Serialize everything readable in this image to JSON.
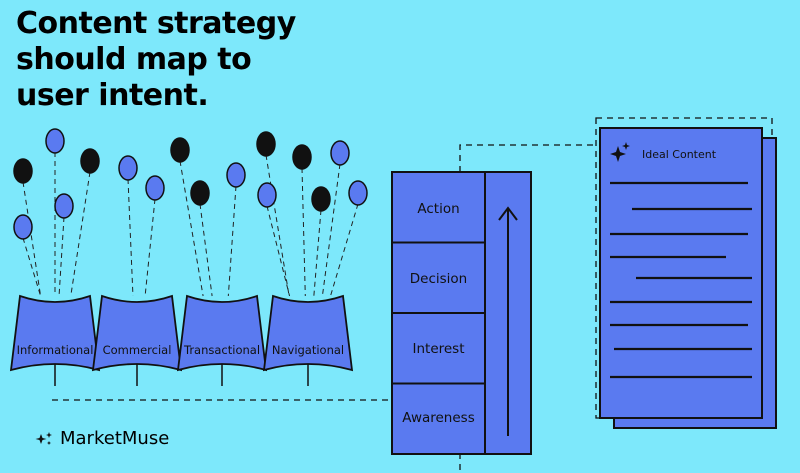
{
  "headline": {
    "lines": [
      "Content strategy",
      "should map to",
      "user intent."
    ]
  },
  "baskets": [
    {
      "label": "Informational"
    },
    {
      "label": "Commercial"
    },
    {
      "label": "Transactional"
    },
    {
      "label": "Navigational"
    }
  ],
  "funnel": {
    "stages": [
      "Action",
      "Decision",
      "Interest",
      "Awareness"
    ]
  },
  "document": {
    "title": "Ideal Content"
  },
  "brand": {
    "name": "MarketMuse"
  },
  "colors": {
    "background": "#7de8fb",
    "accent": "#5a7af0",
    "ink": "#111111"
  }
}
